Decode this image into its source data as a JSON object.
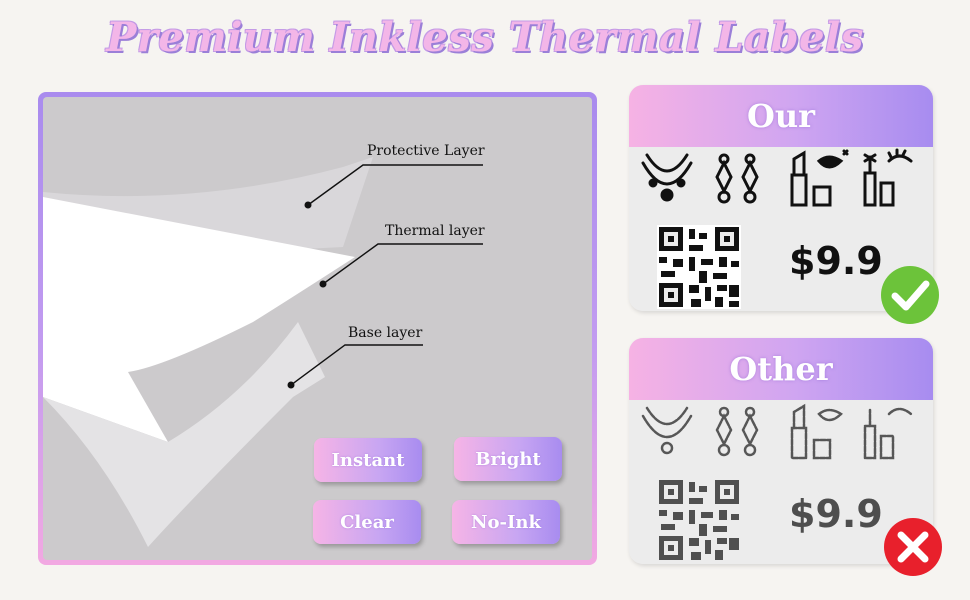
{
  "header": {
    "title": "Premium Inkless Thermal Labels"
  },
  "diagram": {
    "callouts": [
      {
        "label": "Protective Layer"
      },
      {
        "label": "Thermal layer"
      },
      {
        "label": "Base layer"
      }
    ]
  },
  "features": [
    {
      "label": "Instant"
    },
    {
      "label": "Bright"
    },
    {
      "label": "Clear"
    },
    {
      "label": "No-Ink"
    }
  ],
  "comparison": {
    "ours": {
      "title": "Our",
      "price": "$9.9",
      "status_icon": "check-icon",
      "status_color": "#6cc33a",
      "print_quality": "sharp"
    },
    "other": {
      "title": "Other",
      "price": "$9.9",
      "status_icon": "cross-icon",
      "status_color": "#e8202c",
      "print_quality": "faded"
    },
    "icons": [
      "necklace-icon",
      "earrings-icon",
      "lipstick-lips-icon",
      "mascara-lashes-icon",
      "qr-code-icon"
    ]
  },
  "colors": {
    "accent_pink": "#f3b6e8",
    "accent_purple": "#a98bee"
  }
}
